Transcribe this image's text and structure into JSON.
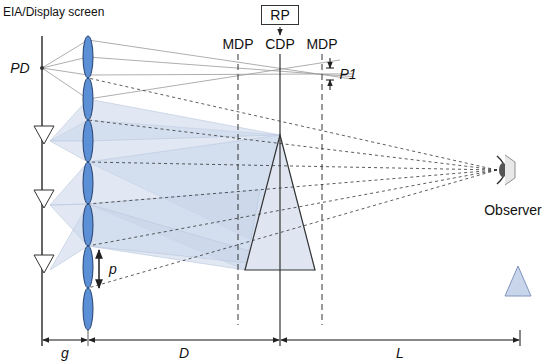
{
  "diagram": {
    "nodes": [
      {
        "text": [
          "RP"
        ]
      }
    ],
    "labels": [
      "EIA/Display screen",
      "MDP",
      "CDP",
      "MDP",
      "PD",
      "P1",
      "Observer",
      "p",
      "g",
      "D",
      "L"
    ]
  }
}
